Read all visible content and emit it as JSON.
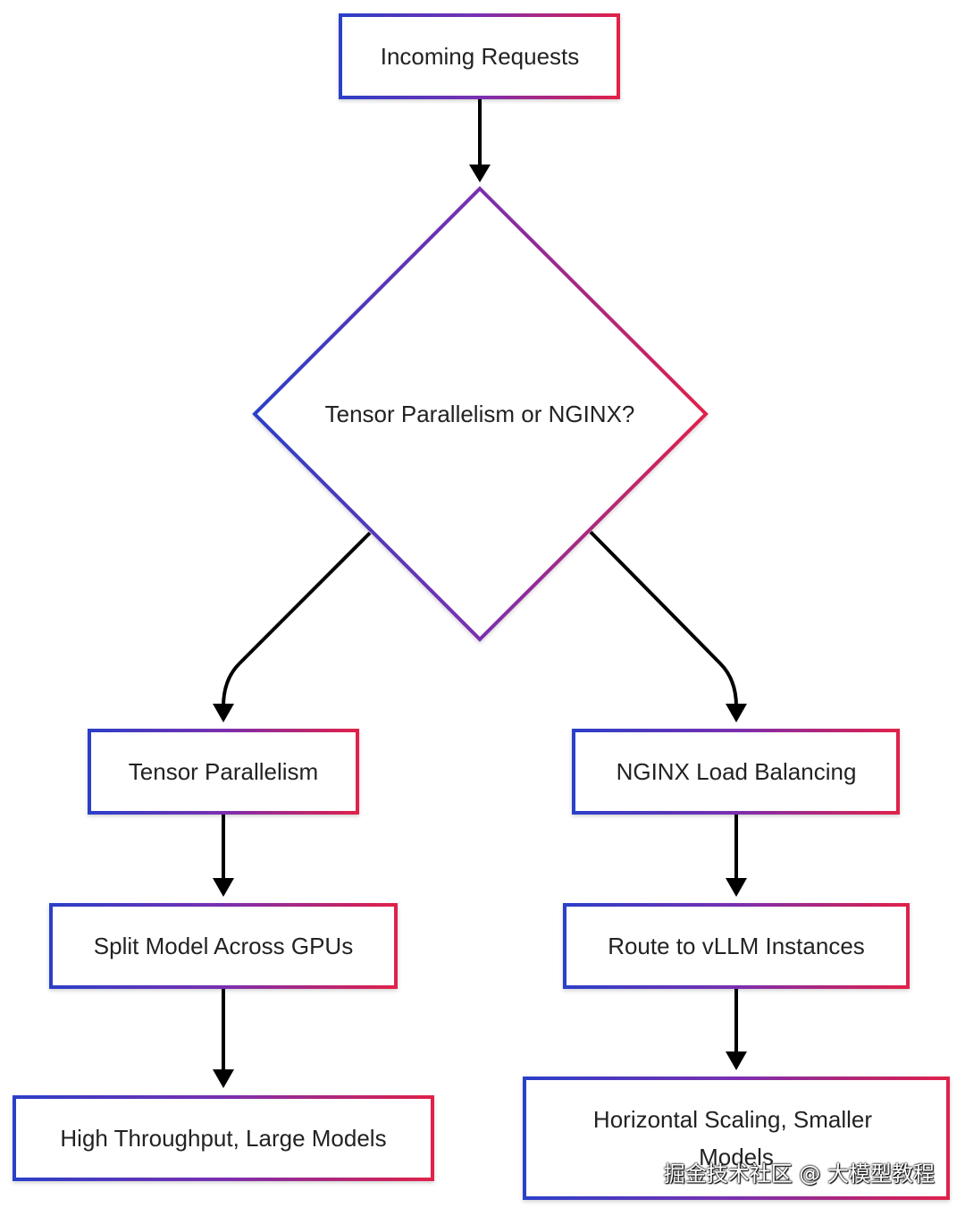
{
  "diagram": {
    "start": "Incoming Requests",
    "decision": "Tensor Parallelism or NGINX?",
    "left_branch": {
      "step1": "Tensor Parallelism",
      "step2": "Split Model Across GPUs",
      "result": "High Throughput, Large Models"
    },
    "right_branch": {
      "step1": "NGINX Load Balancing",
      "step2": "Route to vLLM Instances",
      "result_line1": "Horizontal Scaling, Smaller",
      "result_line2": "Models"
    }
  },
  "watermark": "掘金技术社区 @ 大模型教程",
  "colors": {
    "border_gradient_start": "#2b3fc9",
    "border_gradient_end": "#e0204a",
    "arrow": "#000000",
    "text": "#222222"
  }
}
